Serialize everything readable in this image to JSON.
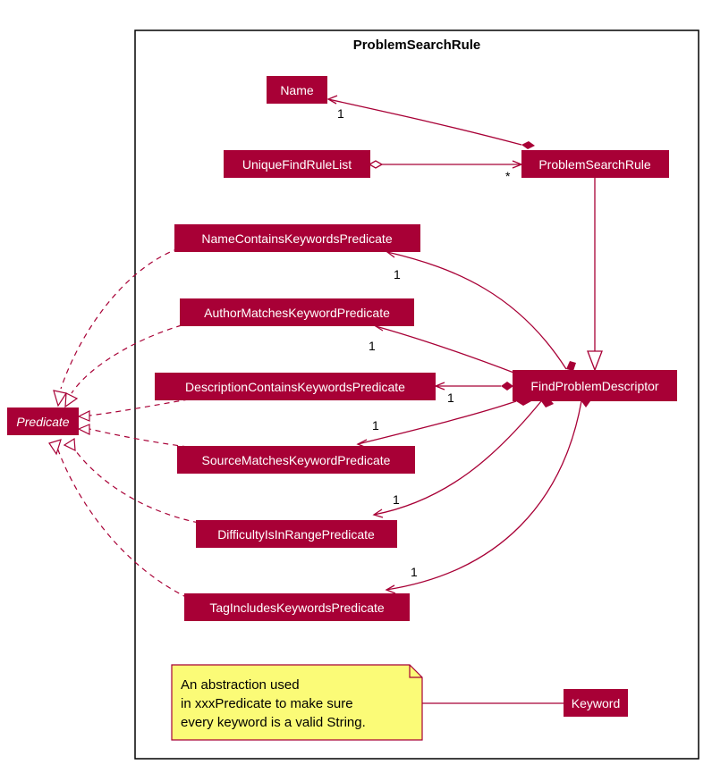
{
  "package": {
    "title": "ProblemSearchRule"
  },
  "classes": {
    "name": "Name",
    "unique_find_rule_list": "UniqueFindRuleList",
    "problem_search_rule": "ProblemSearchRule",
    "name_contains_keywords_predicate": "NameContainsKeywordsPredicate",
    "author_matches_keyword_predicate": "AuthorMatchesKeywordPredicate",
    "description_contains_keywords_predicate": "DescriptionContainsKeywordsPredicate",
    "source_matches_keyword_predicate": "SourceMatchesKeywordPredicate",
    "difficulty_is_in_range_predicate": "DifficultyIsInRangePredicate",
    "tag_includes_keywords_predicate": "TagIncludesKeywordsPredicate",
    "find_problem_descriptor": "FindProblemDescriptor",
    "keyword": "Keyword",
    "predicate": "Predicate"
  },
  "multiplicities": {
    "name": "1",
    "problem_search_rule": "*",
    "name_contains": "1",
    "author_matches": "1",
    "description_contains": "1",
    "source_matches": "1",
    "difficulty_range": "1",
    "tag_includes": "1"
  },
  "note": {
    "lines": [
      "An abstraction used",
      "in xxxPredicate to make sure",
      "every keyword is a valid String."
    ]
  },
  "colors": {
    "class_fill": "#A80036",
    "class_text": "#FFFFFF",
    "relation_line": "#A80036",
    "note_fill": "#FBFB77",
    "package_border": "#000000"
  }
}
